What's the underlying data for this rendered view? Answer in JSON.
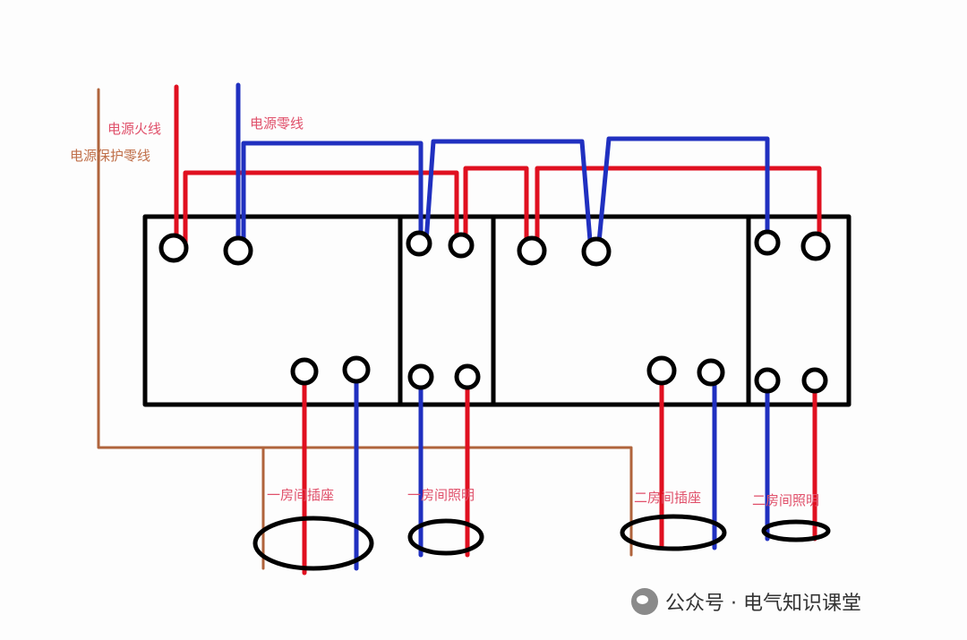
{
  "labels": {
    "live": "电源火线",
    "neutral": "电源零线",
    "earth": "电源保护零线",
    "room1_socket": "一房间插座",
    "room1_light": "一房间照明",
    "room2_socket": "二房间插座",
    "room2_light": "二房间照明"
  },
  "watermark": "公众号 · 电气知识课堂",
  "colors": {
    "live": "#e01020",
    "neutral": "#2030c0",
    "earth": "#b0643c",
    "frame": "#000000"
  }
}
